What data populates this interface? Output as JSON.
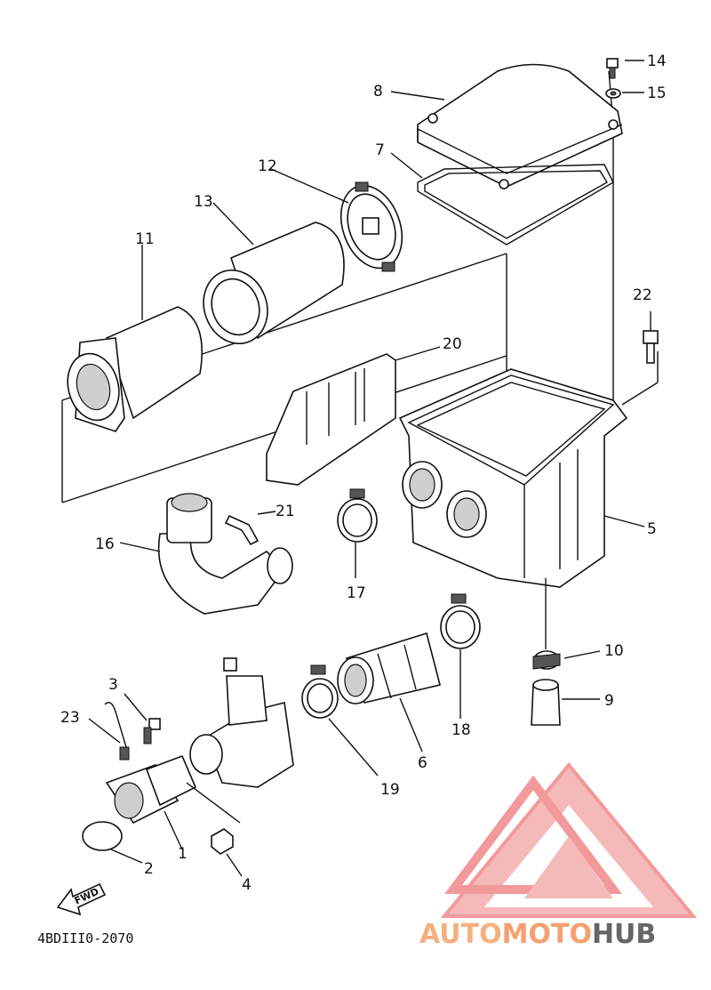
{
  "diagram": {
    "callouts": [
      "1",
      "2",
      "3",
      "4",
      "5",
      "6",
      "7",
      "8",
      "9",
      "10",
      "11",
      "12",
      "13",
      "14",
      "15",
      "16",
      "17",
      "18",
      "19",
      "20",
      "21",
      "22",
      "23"
    ],
    "diagram_code": "4BDIII0-2070",
    "fwd_label": "FWD",
    "watermark": {
      "text_auto": "AUTO",
      "text_moto": "MOTO",
      "text_hub": "HUB",
      "color_light": "#f5b080",
      "color_accent": "#e8474a",
      "color_dark": "#555555"
    }
  }
}
